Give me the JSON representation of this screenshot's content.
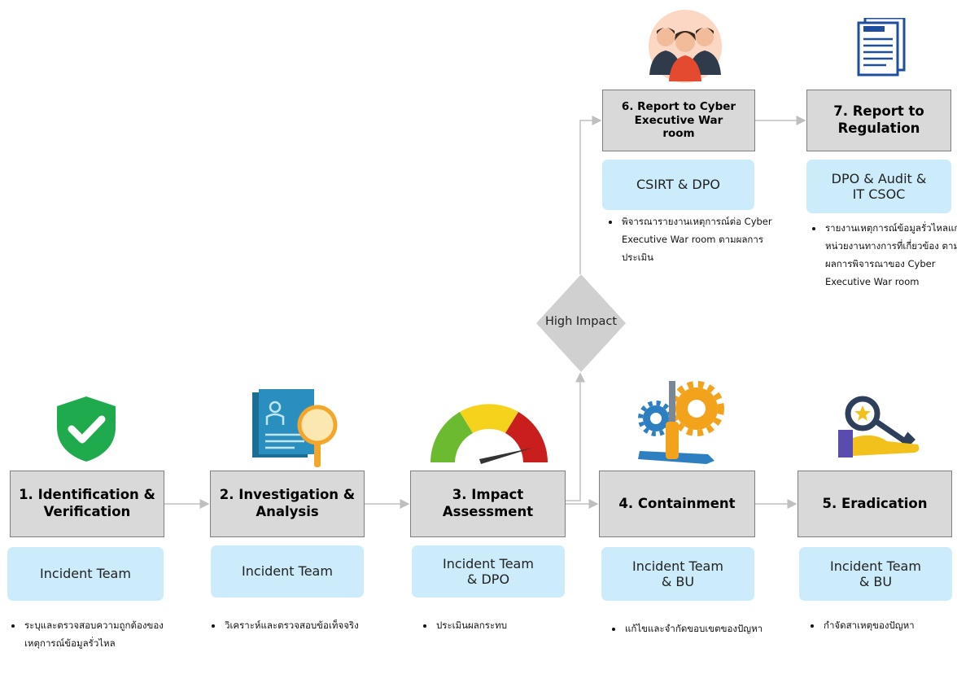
{
  "steps": [
    {
      "title": "1. Identification &\nVerification",
      "role": "Incident Team",
      "bullets": [
        "ระบุและตรวจสอบความถูกต้องของเหตุการณ์ข้อมูลรั่วไหล"
      ]
    },
    {
      "title": "2. Investigation &\nAnalysis",
      "role": "Incident Team",
      "bullets": [
        "วิเคราะห์และตรวจสอบข้อเท็จจริง"
      ]
    },
    {
      "title": "3. Impact\nAssessment",
      "role": "Incident Team\n& DPO",
      "bullets": [
        "ประเมินผลกระทบ"
      ]
    },
    {
      "title": "4. Containment",
      "role": "Incident Team\n& BU",
      "bullets": [
        "แก้ไขและจำกัดขอบเขตของปัญหา"
      ]
    },
    {
      "title": "5. Eradication",
      "role": "Incident Team\n& BU",
      "bullets": [
        "กำจัดสาเหตุของปัญหา"
      ]
    },
    {
      "title": "6. Report to Cyber\nExecutive War\nroom",
      "role": "CSIRT & DPO",
      "bullets": [
        "พิจารณารายงานเหตุการณ์ต่อ Cyber Executive War room ตามผลการประเมิน"
      ]
    },
    {
      "title": "7. Report to\nRegulation",
      "role": "DPO & Audit &\nIT CSOC",
      "bullets": [
        "รายงานเหตุการณ์ข้อมูลรั่วไหลแก่หน่วยงานทางการที่เกี่ยวข้อง ตามผลการพิจารณาของ Cyber Executive War room"
      ]
    }
  ],
  "decision": {
    "label": "High Impact"
  },
  "icons": [
    "shield-check-icon",
    "investigation-magnifier-icon",
    "gauge-meter-icon",
    "tools-gears-icon",
    "hand-key-icon",
    "people-group-icon",
    "report-document-icon"
  ],
  "colors": {
    "step_fill": "#d9d9d9",
    "step_border": "#7f7f7f",
    "role_fill": "#ccecfb",
    "connector": "#bfbfbf",
    "decision_fill": "#d0d0d0",
    "shield": "#1faa4e"
  }
}
